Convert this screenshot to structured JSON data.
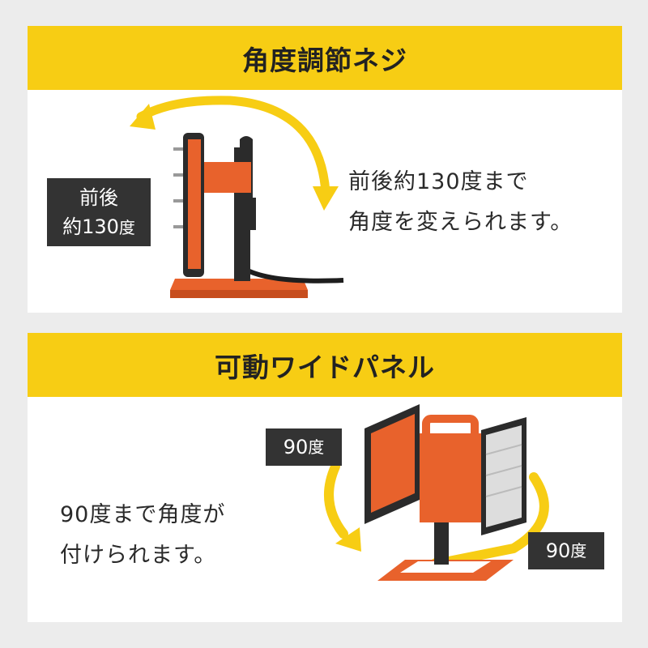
{
  "section1": {
    "title": "角度調節ネジ",
    "badge_line1": "前後",
    "badge_line2_num": "約130",
    "badge_line2_unit": "度",
    "desc_line1": "前後約130度まで",
    "desc_line2": "角度を変えられます。"
  },
  "section2": {
    "title": "可動ワイドパネル",
    "badge_top_num": "90",
    "badge_top_unit": "度",
    "badge_bottom_num": "90",
    "badge_bottom_unit": "度",
    "desc_line1": "90度まで角度が",
    "desc_line2": "付けられます。"
  },
  "colors": {
    "accent_yellow": "#f7cd14",
    "badge_dark": "#333333",
    "product_orange": "#e8622c",
    "product_black": "#2b2b2b"
  },
  "icons": {
    "rotate_arrow": "curved-arrow-icon"
  }
}
